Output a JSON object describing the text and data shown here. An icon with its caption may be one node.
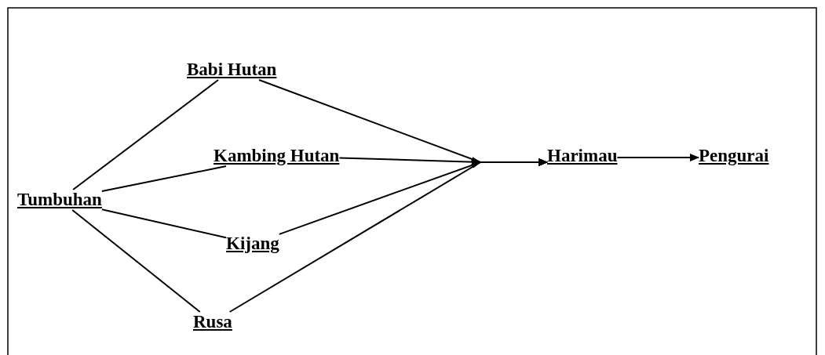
{
  "diagram": {
    "nodes": [
      {
        "text": [
          "Tumbuhan"
        ]
      },
      {
        "text": [
          "Babi Hutan"
        ]
      },
      {
        "text": [
          "Kambing Hutan"
        ]
      },
      {
        "text": [
          "Kijang"
        ]
      },
      {
        "text": [
          "Rusa"
        ]
      },
      {
        "text": [
          "Harimau"
        ]
      },
      {
        "text": [
          "Pengurai"
        ]
      }
    ],
    "edges": [
      {
        "from": 0,
        "to": 1,
        "arrow": "none"
      },
      {
        "from": 0,
        "to": 2,
        "arrow": "none"
      },
      {
        "from": 0,
        "to": 3,
        "arrow": "none"
      },
      {
        "from": 0,
        "to": 4,
        "arrow": "none"
      },
      {
        "from": 1,
        "to": 5,
        "arrow": "to"
      },
      {
        "from": 2,
        "to": 5,
        "arrow": "to"
      },
      {
        "from": 3,
        "to": 5,
        "arrow": "to"
      },
      {
        "from": 4,
        "to": 5,
        "arrow": "to"
      },
      {
        "from": 5,
        "to": 6,
        "arrow": "to"
      }
    ]
  }
}
